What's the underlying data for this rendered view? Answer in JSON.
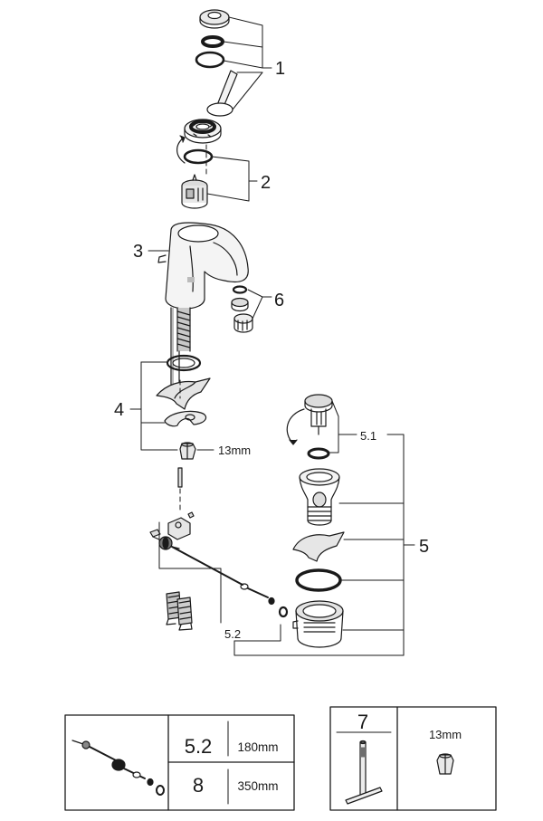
{
  "callouts": {
    "c1": "1",
    "c2": "2",
    "c3": "3",
    "c4": "4",
    "c5": "5",
    "c5_1": "5.1",
    "c5_2": "5.2",
    "c6": "6",
    "nut_size": "13mm"
  },
  "rod_table": {
    "rows": [
      {
        "id": "5.2",
        "length": "180mm"
      },
      {
        "id": "8",
        "length": "350mm"
      }
    ]
  },
  "tool_table": {
    "tool_id": "7",
    "nut_size": "13mm"
  }
}
